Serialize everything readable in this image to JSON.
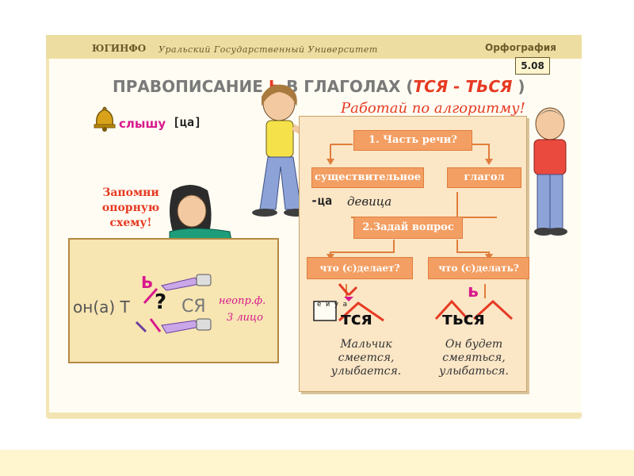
{
  "header": {
    "logo": "ЮГИНФО",
    "university": "Уральский Государственный Университет",
    "subject": "Орфография",
    "page_number": "5.08"
  },
  "title": {
    "main": "ПРАВОПИСАНИЕ",
    "soft_sign": "Ь",
    "in_verbs": "В ГЛАГОЛАХ (",
    "endings": "ТСЯ - ТЬСЯ",
    "close": " )"
  },
  "bell_example": {
    "word": "слышу",
    "transcription": "[ца]"
  },
  "algorithm": {
    "heading": "Работай по алгоритму!",
    "step1": "1. Часть речи?",
    "noun": "существительное",
    "verb": "глагол",
    "noun_suffix": "-ца",
    "noun_example": "девица",
    "step2": "2.Задай вопрос",
    "q1": "что (с)делает?",
    "q2": "что (с)делать?",
    "ending1": "тся",
    "ending2": "ться",
    "stacked_letters": "е и у а",
    "example1": [
      "Мальчик",
      "смеется,",
      "улыбается."
    ],
    "example2": [
      "Он будет",
      "смеяться,",
      "улыбаться."
    ]
  },
  "reminder": {
    "text": [
      "Запомни",
      "опорную",
      "схему!"
    ]
  },
  "scheme": {
    "formula": "он(а) Т",
    "question_mark": "?",
    "suffix": "СЯ",
    "soft_sign": "Ь",
    "neopr": "неопр.ф.",
    "third_person": "3 лицо"
  },
  "footer": "",
  "colors": {
    "accent_red": "#e63a23",
    "box_orange": "#f39f63",
    "panel_bg": "#fbe6c6",
    "magenta": "#d8188c"
  }
}
